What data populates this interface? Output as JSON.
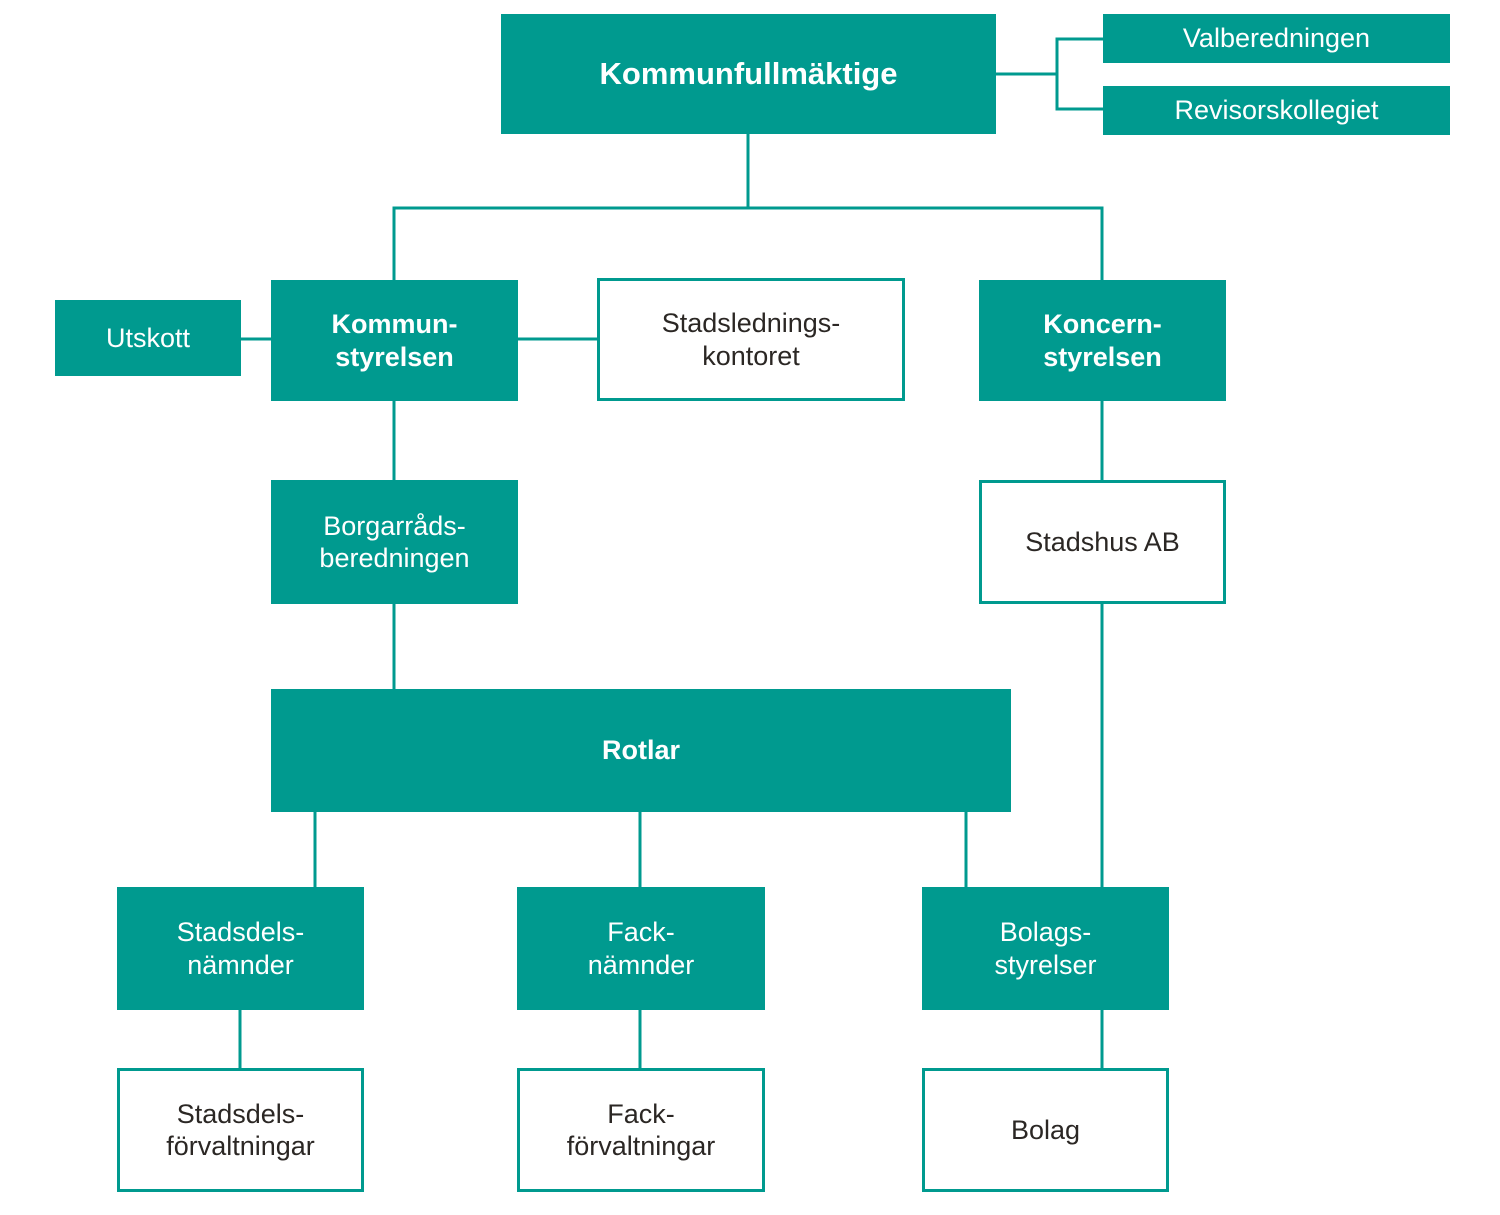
{
  "colors": {
    "primary": "#009a8f",
    "outline_text": "#2b2724",
    "background": "#ffffff"
  },
  "diagram": {
    "kommunfullmaktige": "Kommunfullmäktige",
    "valberedningen": "Valberedningen",
    "revisorskollegiet": "Revisorskollegiet",
    "utskott": "Utskott",
    "kommunstyrelsen": [
      "Kommun-",
      "styrelsen"
    ],
    "stadsledningskontoret": [
      "Stadslednings-",
      "kontoret"
    ],
    "koncernstyrelsen": [
      "Koncern-",
      "styrelsen"
    ],
    "borgarradsberedningen": [
      "Borgarråds-",
      "beredningen"
    ],
    "stadshus_ab": "Stadshus AB",
    "rotlar": "Rotlar",
    "stadsdelsnamnder": [
      "Stadsdels-",
      "nämnder"
    ],
    "facknamnder": [
      "Fack-",
      "nämnder"
    ],
    "bolagsstyrelser": [
      "Bolags-",
      "styrelser"
    ],
    "stadsdelsforvaltningar": [
      "Stadsdels-",
      "förvaltningar"
    ],
    "fackforvaltningar": [
      "Fack-",
      "förvaltningar"
    ],
    "bolag": "Bolag"
  }
}
